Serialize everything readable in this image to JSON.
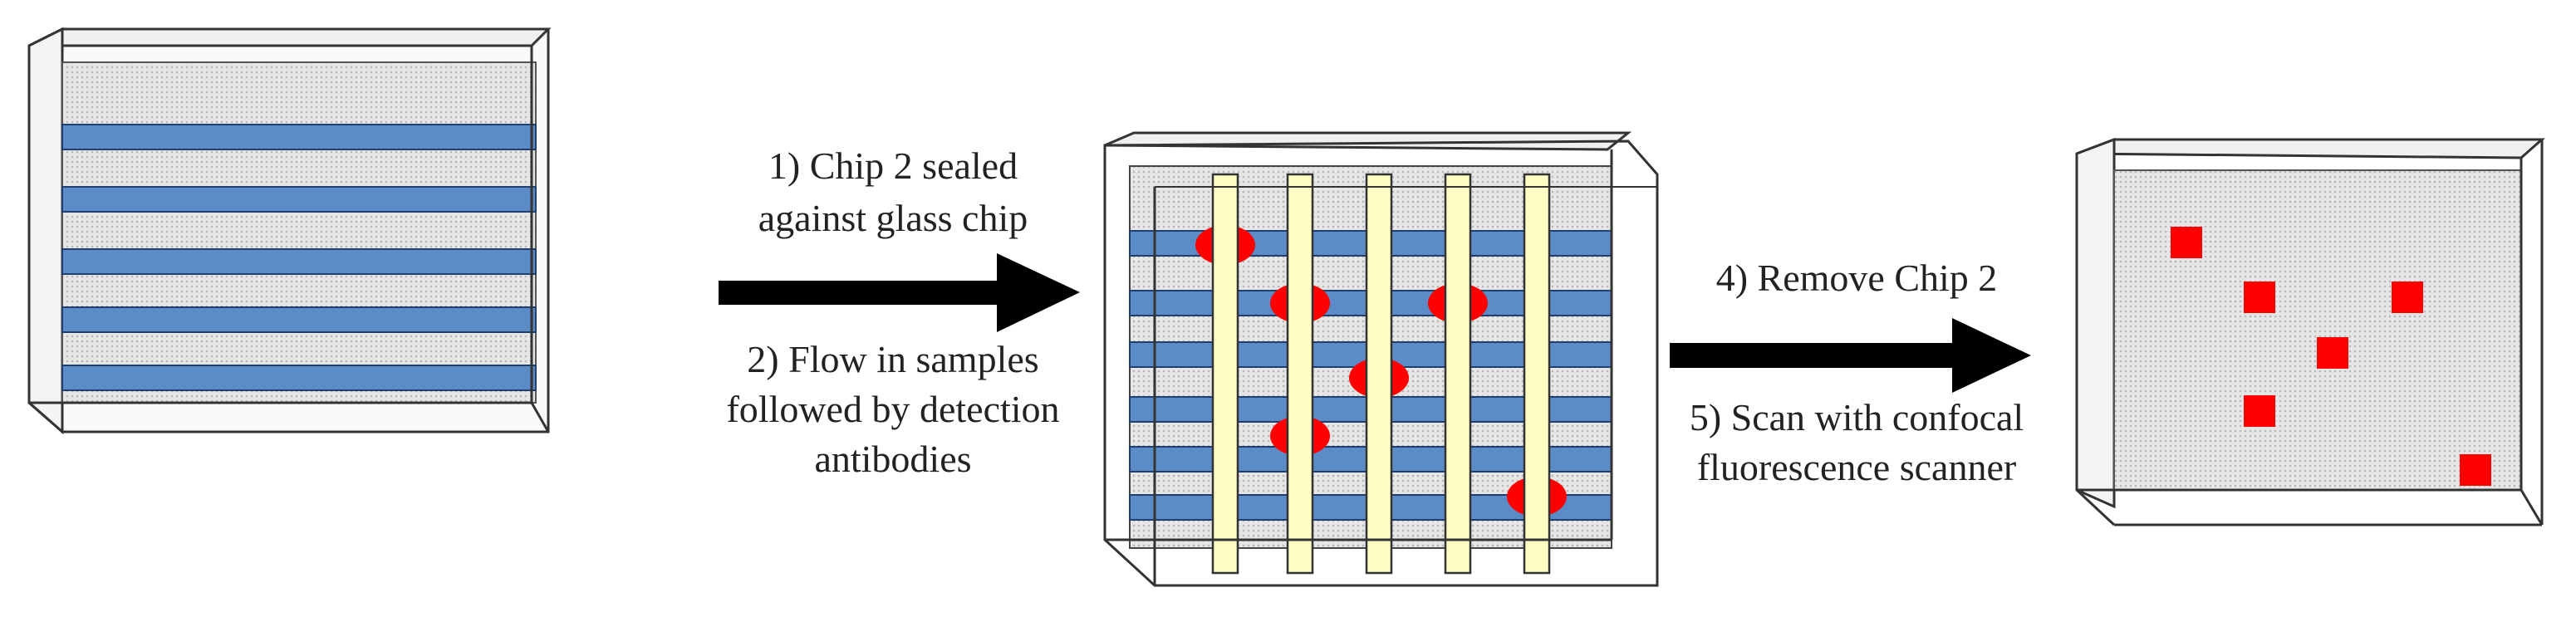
{
  "colors": {
    "channel": "#5b8cc8",
    "channel_stroke": "#1f3f6e",
    "glass": "#d9d9d9",
    "edge": "#333333",
    "strip": "#fffcc4",
    "spot": "#ff0000"
  },
  "icons": [
    "right-arrow-icon",
    "right-arrow-icon"
  ],
  "steps": {
    "step1_line1": "1) Chip 2 sealed",
    "step1_line2": "against glass chip",
    "step2_line1": "2) Flow in samples",
    "step2_line2": "followed by detection",
    "step2_line3": "antibodies",
    "step4": "4) Remove Chip 2",
    "step5_line1": "5) Scan with confocal",
    "step5_line2": "fluorescence scanner"
  }
}
